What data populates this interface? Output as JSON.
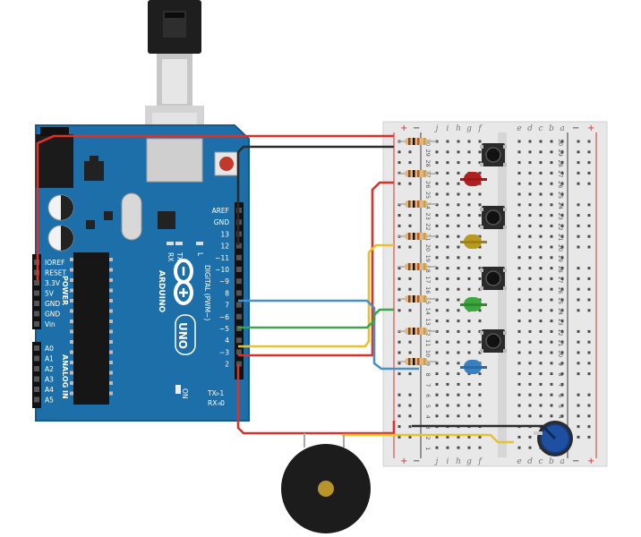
{
  "colors": {
    "board": "#1d6faa",
    "board_edge": "#155a8c",
    "breadboard": "#e8e8e8",
    "wire_red": "#d9322b",
    "wire_black": "#2b2b2b",
    "wire_blue": "#4a90c2",
    "wire_green": "#3aa54a",
    "wire_yellow": "#e8c12e",
    "led_red": "#b02020",
    "led_yellow": "#b89a20",
    "led_green": "#3ea63e",
    "led_blue": "#3a7fbf",
    "pot_knob": "#1f4fa0"
  },
  "arduino": {
    "brand": "ARDUINO",
    "model": "UNO",
    "digital_label": "DIGITAL (PWM~)",
    "tx_label": "TX",
    "rx_label": "RX",
    "l_label": "L",
    "on_label": "ON",
    "tx1": "TX▹1",
    "rx0": "RX◃0",
    "power_label": "POWER",
    "analog_label": "ANALOG IN",
    "digital_pins": [
      "AREF",
      "GND",
      "13",
      "12",
      "~11",
      "~10",
      "~9",
      "8",
      "7",
      "~6",
      "~5",
      "4",
      "~3",
      "2"
    ],
    "power_pins": [
      "IOREF",
      "RESET",
      "3.3V",
      "5V",
      "GND",
      "GND",
      "Vin"
    ],
    "analog_pins": [
      "A0",
      "A1",
      "A2",
      "A3",
      "A4",
      "A5"
    ]
  },
  "breadboard": {
    "top_cols": [
      "j",
      "i",
      "h",
      "g",
      "f",
      "e",
      "d",
      "c",
      "b",
      "a"
    ],
    "bottom_cols": [
      "j",
      "i",
      "h",
      "g",
      "f",
      "e",
      "d",
      "c",
      "b",
      "a"
    ],
    "plus": "+",
    "minus": "−",
    "row_numbers": [
      "30",
      "29",
      "28",
      "27",
      "26",
      "25",
      "24",
      "23",
      "22",
      "21",
      "20",
      "19",
      "18",
      "17",
      "16",
      "15",
      "14",
      "13",
      "12",
      "11",
      "10",
      "9",
      "8",
      "7",
      "6",
      "5",
      "4",
      "3",
      "2",
      "1"
    ]
  }
}
